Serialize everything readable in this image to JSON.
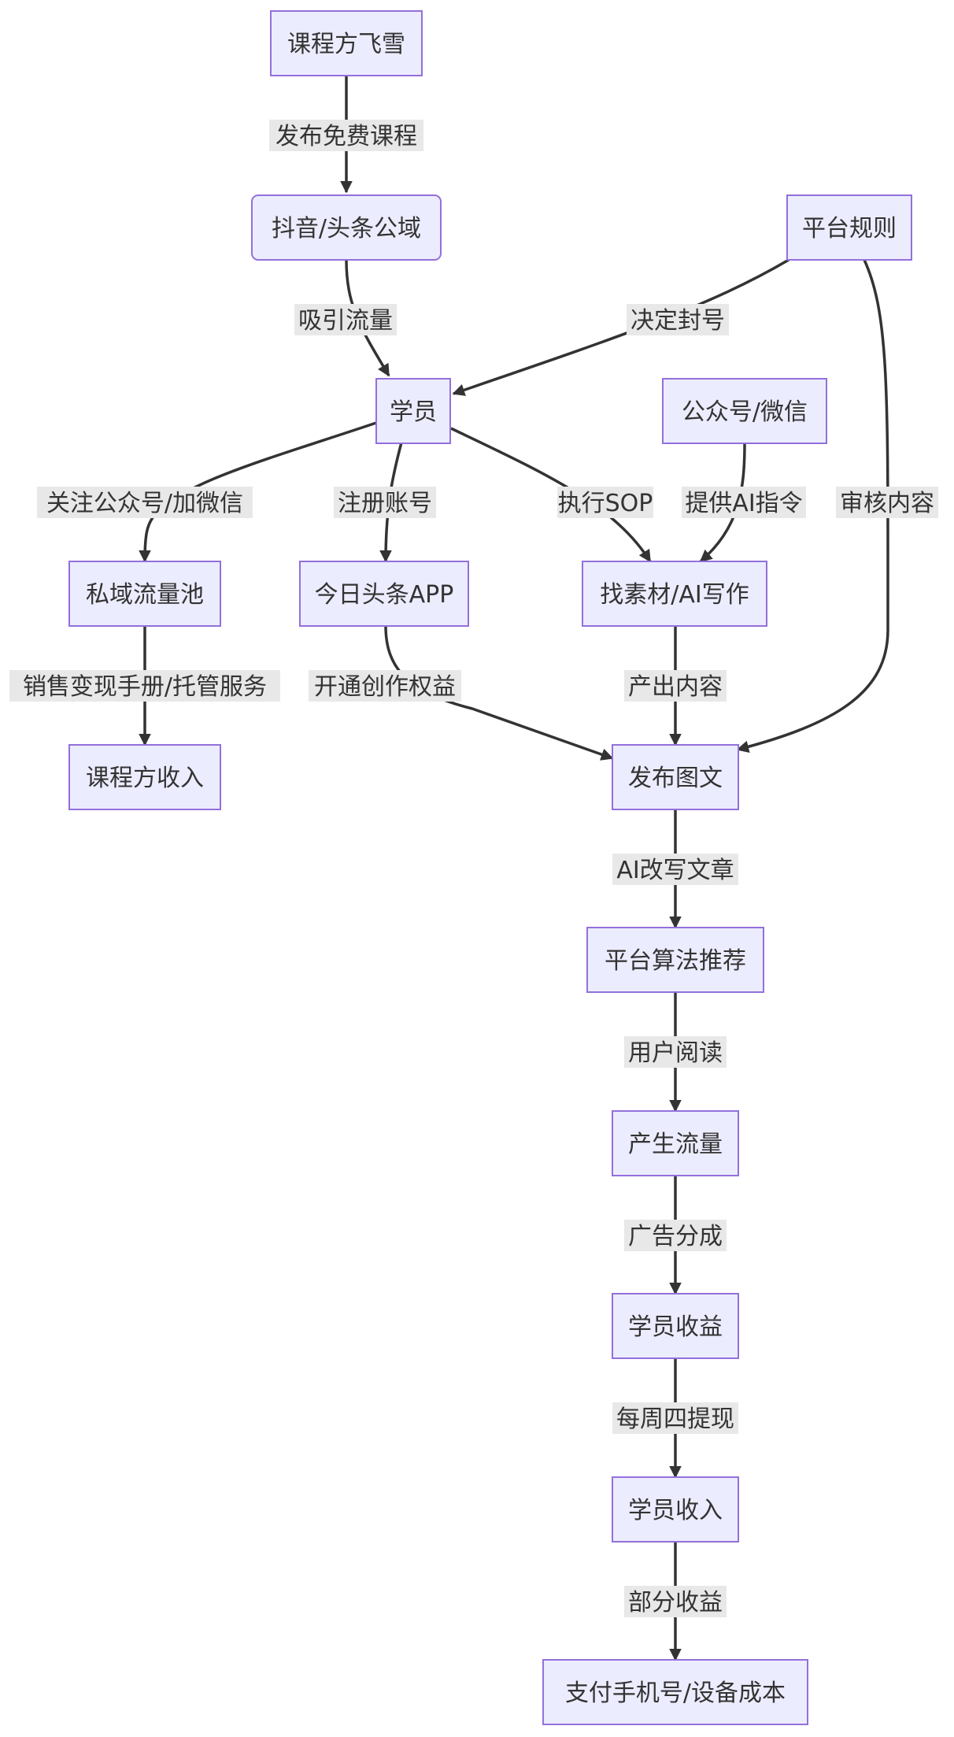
{
  "nodes": {
    "feixue": "课程方飞雪",
    "douyin": "抖音/头条公域",
    "platform_rules": "平台规则",
    "student": "学员",
    "gongzhonghao": "公众号/微信",
    "private_pool": "私域流量池",
    "toutiao_app": "今日头条APP",
    "find_material": "找素材/AI写作",
    "course_income": "课程方收入",
    "publish": "发布图文",
    "algorithm": "平台算法推荐",
    "traffic": "产生流量",
    "student_earnings": "学员收益",
    "student_income": "学员收入",
    "pay_cost": "支付手机号/设备成本"
  },
  "edges": {
    "e1": "发布免费课程",
    "e2": "吸引流量",
    "e3": "决定封号",
    "e4": "关注公众号/加微信",
    "e5": "注册账号",
    "e6": "执行SOP",
    "e7": "提供AI指令",
    "e8": "审核内容",
    "e9": "销售变现手册/托管服务",
    "e10": "开通创作权益",
    "e11": "产出内容",
    "e12": "AI改写文章",
    "e13": "用户阅读",
    "e14": "广告分成",
    "e15": "每周四提现",
    "e16": "部分收益"
  }
}
